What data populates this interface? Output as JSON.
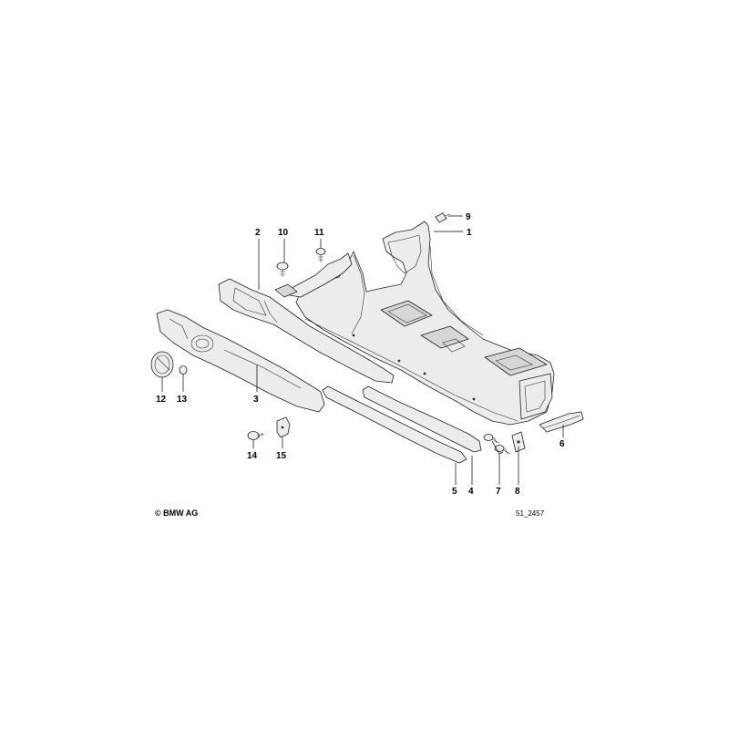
{
  "diagram": {
    "callouts": {
      "c1": "1",
      "c2": "2",
      "c3": "3",
      "c4": "4",
      "c5": "5",
      "c6": "6",
      "c7": "7",
      "c8": "8",
      "c9": "9",
      "c10": "10",
      "c11": "11",
      "c12": "12",
      "c13": "13",
      "c14": "14",
      "c15": "15"
    },
    "copyright": "© BMW AG",
    "diagram_code": "51_2457"
  }
}
